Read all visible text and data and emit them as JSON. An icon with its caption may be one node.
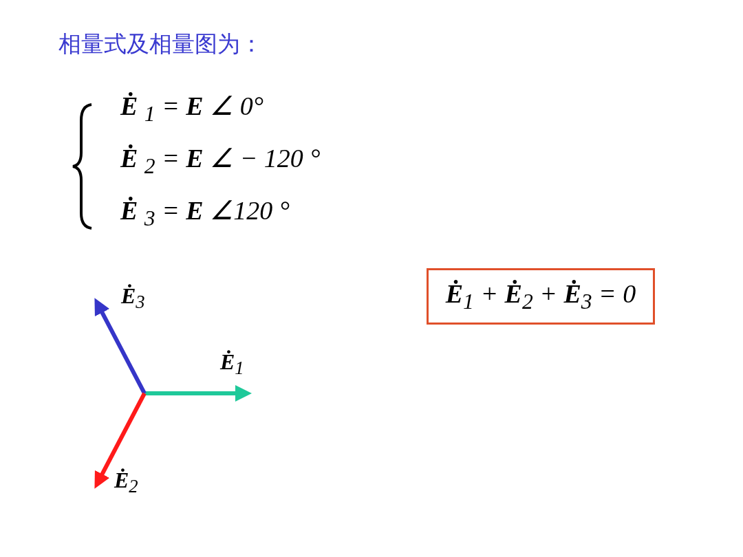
{
  "diagram": {
    "title": "相量式及相量图为：",
    "nodes": [
      {
        "text": [
          "**Ė**$_{1}$ + **Ė**$_{2}$ + **Ė**$_{3}$ = 0"
        ]
      }
    ],
    "labels": [
      "**Ė** $_{1}$ = **E** ∠ 0°",
      "**Ė** $_{2}$ = **E** ∠ − 120 °",
      "**Ė** $_{3}$ = **E** ∠120 °",
      "**Ė**$_{3}$",
      "**Ė**$_{1}$",
      "**Ė**$_{2}$"
    ]
  }
}
